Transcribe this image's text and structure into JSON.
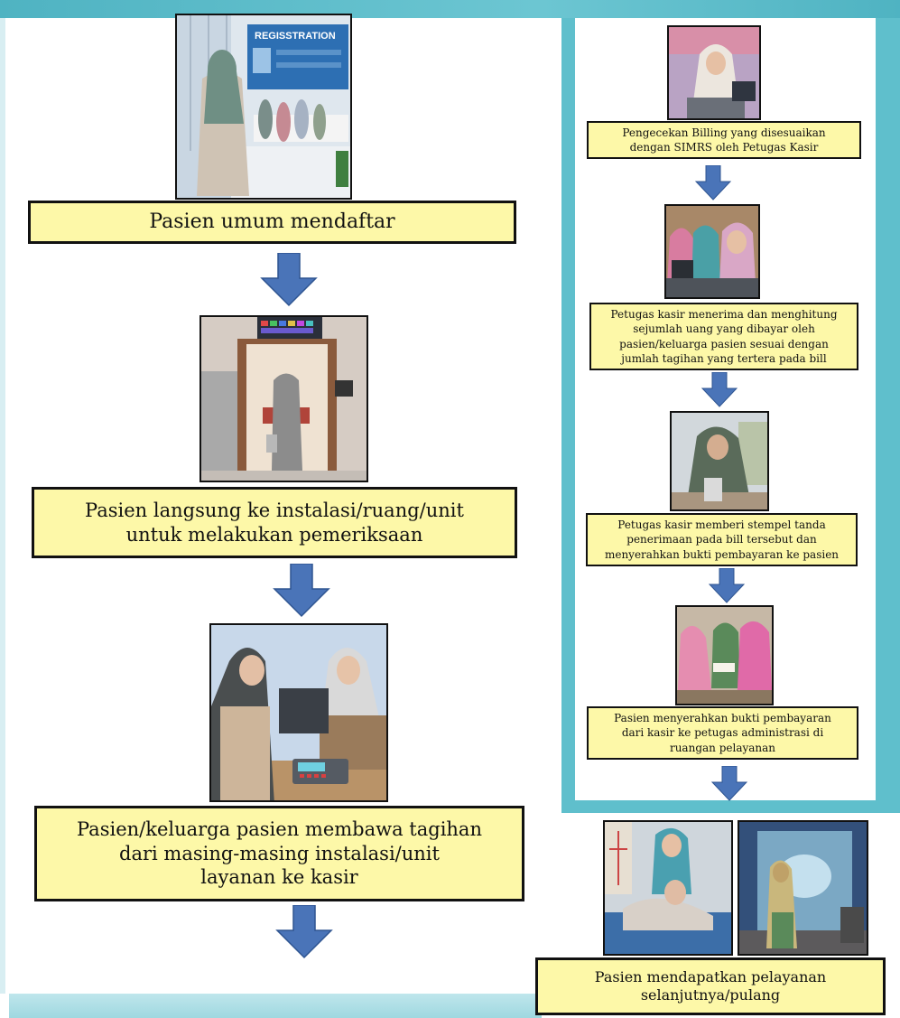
{
  "palette": {
    "box_fill": "#fdf8a8",
    "arrow": "#4a74b8",
    "frame": "#5fbfcc"
  },
  "registration_sign": "REGISSTRATION",
  "steps_left": [
    {
      "text": "Pasien umum mendaftar",
      "photo": "patient-registration-desk"
    },
    {
      "text": "Pasien langsung ke instalasi/ruang/unit\nuntuk melakukan pemeriksaan",
      "photo": "patient-walking-to-examination-room"
    },
    {
      "text": "Pasien/keluarga pasien membawa tagihan\ndari masing-masing instalasi/unit\nlayanan ke kasir",
      "photo": "patient-at-cashier-counter"
    }
  ],
  "steps_right": [
    {
      "text": "Pengecekan Billing yang disesuaikan\ndengan SIMRS oleh Petugas Kasir",
      "photo": "cashier-checking-billing"
    },
    {
      "text": "Petugas kasir menerima dan menghitung\nsejumlah uang yang dibayar oleh\npasien/keluarga pasien sesuai dengan\njumlah tagihan yang tertera pada bill",
      "photo": "cashier-counting-money"
    },
    {
      "text": "Petugas kasir memberi stempel tanda\npenerimaan pada bill tersebut dan\nmenyerahkan bukti pembayaran ke pasien",
      "photo": "cashier-stamping-bill"
    },
    {
      "text": "Pasien menyerahkan bukti pembayaran\ndari kasir ke petugas administrasi di\nruangan pelayanan",
      "photo": "patient-handing-receipt"
    }
  ],
  "final_step": {
    "text": "Pasien mendapatkan pelayanan\nselanjutnya/pulang",
    "photos": [
      "patient-receiving-treatment",
      "patient-going-home"
    ]
  }
}
